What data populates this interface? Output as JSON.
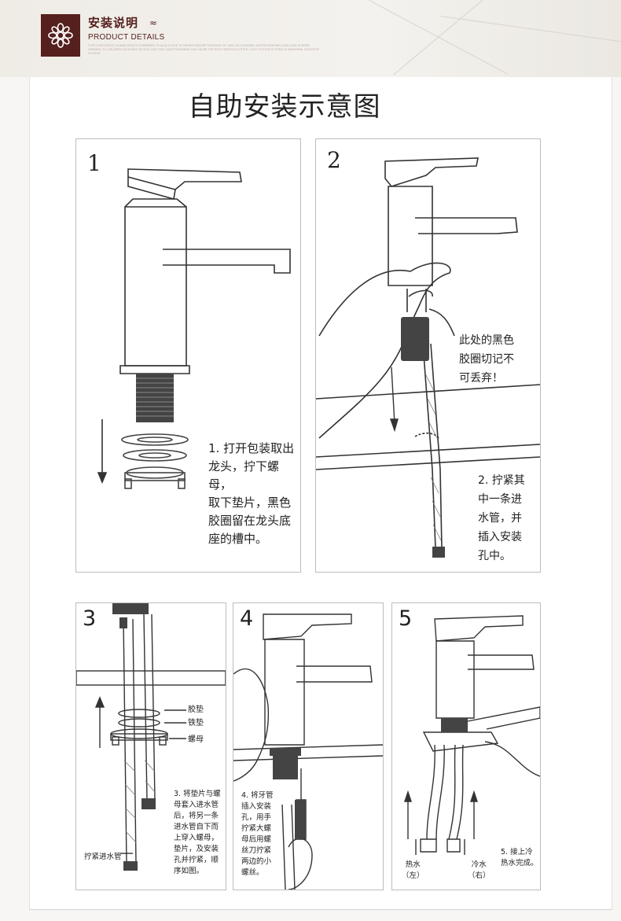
{
  "header": {
    "title": "安装说明",
    "subtitle": "PRODUCT DETAILS",
    "fine_print": "TYPE LEAD AFFECT HUMAN HEALTH COMPARED TO ADULTS DUE TO HIGHER ABSORPTION RATE OF LEAD ON CHILDREN, WATER DRINKING LEAD LEAD IS MORE HARMFUL TO CHILDREN EXCESSIVE BLOOD LEAD THAT LEAD POISONING CAN CAUSE THE BODY SERIOUS SYSTEM, LOCO SYSTEM IS SERIOUS ABNORMAL DIGESTIVE SYSTEM"
  },
  "main_title": "自助安装示意图",
  "steps": [
    {
      "number": "1",
      "text": "1. 打开包装取出\n龙头，拧下螺母，\n取下垫片，黑色\n胶圈留在龙头底\n座的槽中。"
    },
    {
      "number": "2",
      "note": "此处的黑色\n胶圈切记不\n可丢弃！",
      "text": "2. 拧紧其\n中一条进\n水管，并\n插入安装\n孔中。"
    },
    {
      "number": "3",
      "labels": [
        "胶垫",
        "铁垫",
        "螺母"
      ],
      "text": "3. 将垫片与螺\n母套入进水管\n后，将另一条\n进水管自下而\n上穿入螺母，\n垫片，及安装\n孔并拧紧，顺\n序如图。",
      "pipe_label": "拧紧进水管"
    },
    {
      "number": "4",
      "text": "4. 将牙管\n插入安装\n孔，用手\n拧紧大螺\n母后用螺\n丝刀拧紧\n两边的小\n螺丝。"
    },
    {
      "number": "5",
      "hot": "热水\n（左）",
      "cold": "冷水\n（右）",
      "text": "5. 接上冷\n热水完成。"
    }
  ],
  "colors": {
    "brand": "#55201e",
    "line": "#333333",
    "panel_border": "#bdbdbd"
  },
  "icons": [
    "flower-logo-icon"
  ]
}
